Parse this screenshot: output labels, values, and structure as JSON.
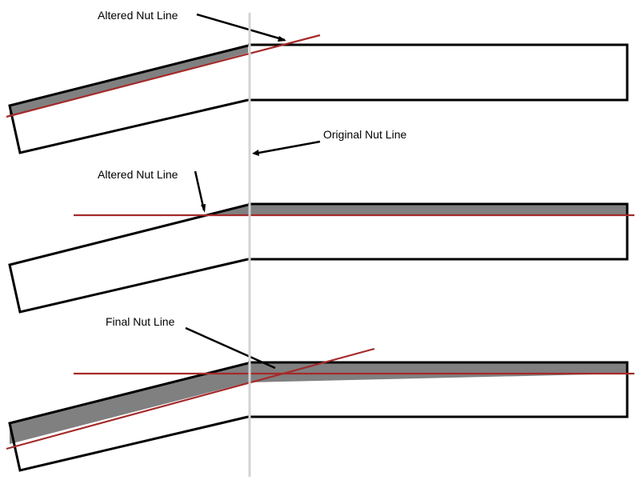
{
  "labels": {
    "altered_nut_line_1": "Altered Nut Line",
    "original_nut_line": "Original Nut Line",
    "altered_nut_line_2": "Altered Nut Line",
    "final_nut_line": "Final Nut Line"
  },
  "colors": {
    "outline": "#000000",
    "removed_material": "#808080",
    "nut_line": "#a52a2a",
    "original_nut_line": "#d3d3d3",
    "background": "#ffffff"
  }
}
